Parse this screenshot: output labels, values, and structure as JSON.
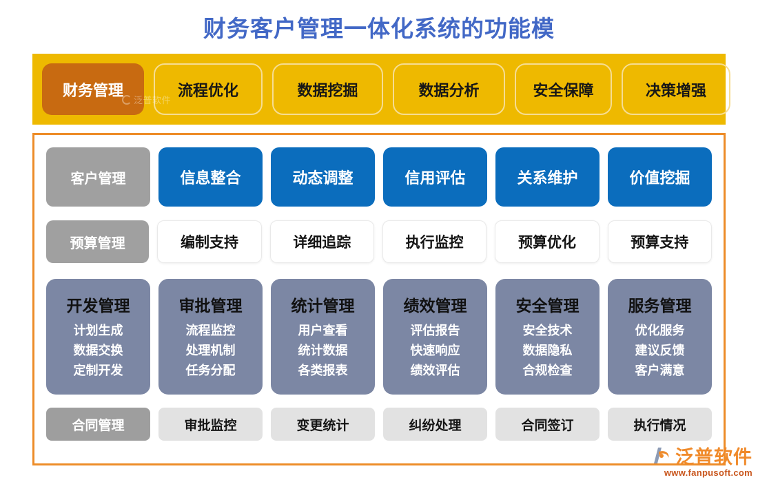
{
  "page": {
    "title": "财务客户管理一体化系统的功能模",
    "title_color": "#4268c6",
    "header_band_color": "#eeb900",
    "content_border_color": "#ed8c28",
    "accent_blue": "#0b6dbd",
    "accent_orange": "#c86a11",
    "accent_slate": "#7c87a4",
    "label_gray": "#a0a0a0"
  },
  "header": {
    "watermark": "泛普软件",
    "items": [
      {
        "label": "财务管理",
        "style": "primary"
      },
      {
        "label": "流程优化",
        "style": "ghost"
      },
      {
        "label": "数据挖掘",
        "style": "ghost"
      },
      {
        "label": "数据分析",
        "style": "ghost"
      },
      {
        "label": "安全保障",
        "style": "ghost"
      },
      {
        "label": "决策增强",
        "style": "ghost"
      }
    ]
  },
  "rows": {
    "row1": {
      "label": "客户管理",
      "cells": [
        "信息整合",
        "动态调整",
        "信用评估",
        "关系维护",
        "价值挖掘"
      ]
    },
    "row2": {
      "label": "预算管理",
      "cells": [
        "编制支持",
        "详细追踪",
        "执行监控",
        "预算优化",
        "预算支持"
      ]
    },
    "row3": {
      "cards": [
        {
          "title": "开发管理",
          "items": [
            "计划生成",
            "数据交换",
            "定制开发"
          ]
        },
        {
          "title": "审批管理",
          "items": [
            "流程监控",
            "处理机制",
            "任务分配"
          ]
        },
        {
          "title": "统计管理",
          "items": [
            "用户查看",
            "统计数据",
            "各类报表"
          ]
        },
        {
          "title": "绩效管理",
          "items": [
            "评估报告",
            "快速响应",
            "绩效评估"
          ]
        },
        {
          "title": "安全管理",
          "items": [
            "安全技术",
            "数据隐私",
            "合规检查"
          ]
        },
        {
          "title": "服务管理",
          "items": [
            "优化服务",
            "建议反馈",
            "客户满意"
          ]
        }
      ]
    },
    "row4": {
      "label": "合同管理",
      "cells": [
        "审批监控",
        "变更统计",
        "纠纷处理",
        "合同签订",
        "执行情况"
      ]
    }
  },
  "brand": {
    "name": "泛普软件",
    "url": "www.fanpusoft.com"
  }
}
